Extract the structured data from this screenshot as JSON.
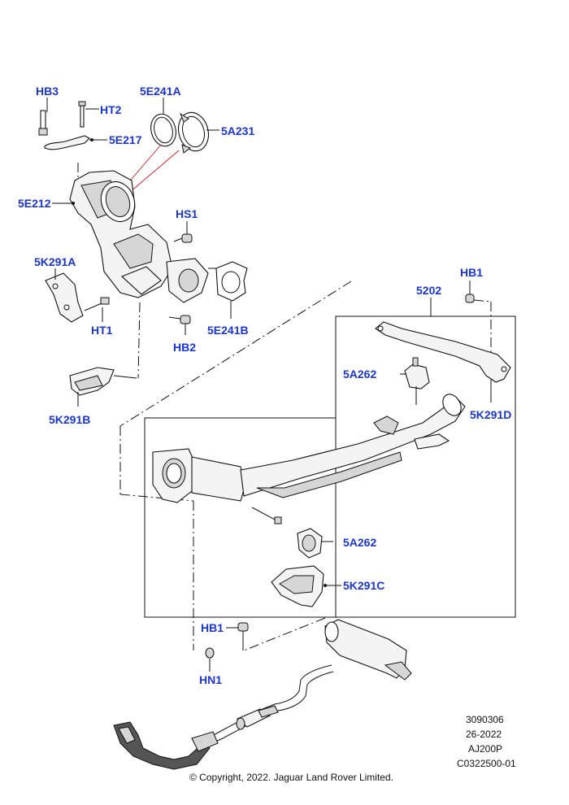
{
  "diagram": {
    "callouts": {
      "hb3": "HB3",
      "ht2": "HT2",
      "e241a": "5E241A",
      "e217": "5E217",
      "a231": "5A231",
      "e212": "5E212",
      "hs1": "HS1",
      "k291a": "5K291A",
      "ht1": "HT1",
      "e241b": "5E241B",
      "hb2": "HB2",
      "k291b": "5K291B",
      "hb1_top": "HB1",
      "n5202": "5202",
      "a262_top": "5A262",
      "k291d": "5K291D",
      "a262_bottom": "5A262",
      "k291c": "5K291C",
      "hb1_bottom": "HB1",
      "hn1": "HN1"
    },
    "reference": {
      "line1": "3090306",
      "line2": "26-2022",
      "line3": "AJ200P",
      "line4": "C0322500-01"
    },
    "copyright": "© Copyright, 2022. Jaguar Land Rover Limited.",
    "colors": {
      "callout": "#1a35d6",
      "highlight": "#d21a1a",
      "line": "#111111"
    }
  }
}
